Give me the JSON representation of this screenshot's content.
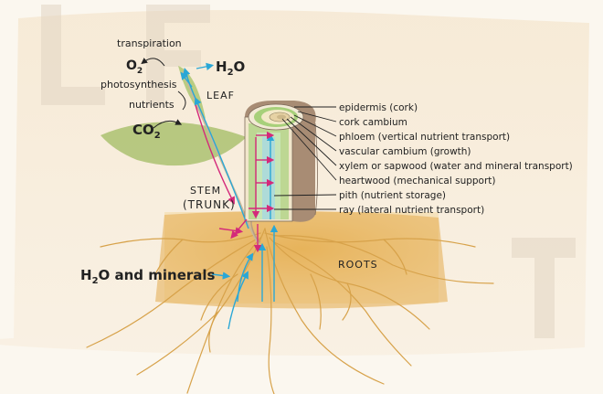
{
  "labels": {
    "transpiration": "transpiration",
    "o2": "O",
    "o2_sub": "2",
    "h2o": "H",
    "h2o_sub": "2",
    "h2o_tail": "O",
    "photosynthesis": "photosynthesis",
    "nutrients": "nutrients",
    "co2": "CO",
    "co2_sub": "2",
    "leaf": "LEAF",
    "stem": "STEM",
    "trunk": "(TRUNK)",
    "roots": "ROOTS",
    "water_minerals_prefix": "H",
    "water_minerals_sub": "2",
    "water_minerals_tail": "O and minerals"
  },
  "parts": [
    "epidermis (cork)",
    "cork cambium",
    "phloem (vertical nutrient transport)",
    "vascular cambium (growth)",
    "xylem or sapwood (water and mineral transport)",
    "heartwood (mechanical support)",
    "pith (nutrient storage)",
    "ray (lateral nutrient transport)"
  ],
  "colors": {
    "xylem_flow": "#2aa7d6",
    "phloem_flow": "#d4297a",
    "soil": "#e8b85a",
    "leaf_green": "#8fb04a",
    "bark": "#a88c74"
  }
}
